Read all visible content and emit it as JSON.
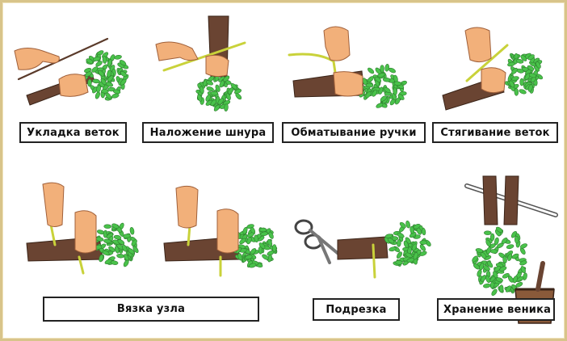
{
  "steps": [
    {
      "label": "Укладка веток"
    },
    {
      "label": "Наложение шнура"
    },
    {
      "label": "Обматывание ручки"
    },
    {
      "label": "Стягивание веток"
    },
    {
      "label": "Вязка узла"
    },
    {
      "label": "Подрезка"
    },
    {
      "label": "Хранение веника"
    }
  ],
  "colors": {
    "leaf": "#49c24a",
    "skin": "#f2b07a",
    "stick": "#6a4432",
    "cord": "#c9d23a",
    "border": "#d8c48a"
  },
  "icons": [
    "hand-icon",
    "broom-icon",
    "scissors-icon",
    "bucket-icon",
    "pole-icon"
  ]
}
